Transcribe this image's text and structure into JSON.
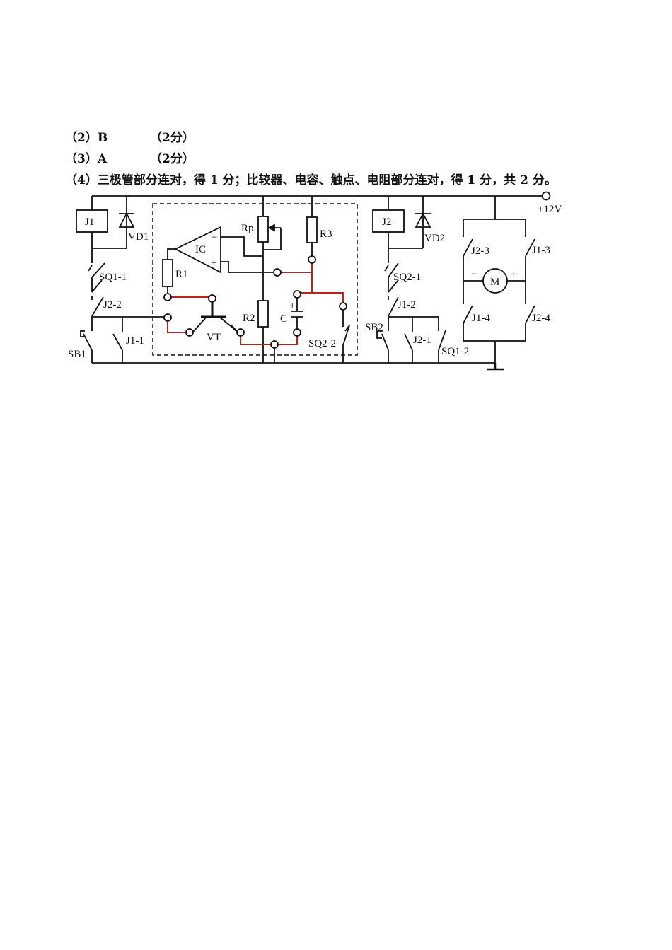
{
  "answers": [
    {
      "num": "（2）B",
      "score": "（2分）"
    },
    {
      "num": "（3）A",
      "score": "（2分）"
    }
  ],
  "answer4": "（4）三极管部分连对，得 1 分；比较器、电容、触点、电阻部分连对，得 1 分，共 2 分。",
  "circuit": {
    "supply": "+12V",
    "labels": {
      "J1": "J1",
      "VD1": "VD1",
      "SQ1_1": "SQ1-1",
      "J2_2": "J2-2",
      "SB1": "SB1",
      "J1_1": "J1-1",
      "IC": "IC",
      "minus": "−",
      "plus": "+",
      "R1": "R1",
      "Rp": "Rp",
      "R3": "R3",
      "R2": "R2",
      "C": "C",
      "cap_plus": "+",
      "VT": "VT",
      "SQ2_2": "SQ2-2",
      "J2": "J2",
      "VD2": "VD2",
      "SQ2_1": "SQ2-1",
      "J1_2": "J1-2",
      "SB2": "SB2",
      "J2_1": "J2-1",
      "SQ1_2": "SQ1-2",
      "J2_3": "J2-3",
      "J1_3": "J1-3",
      "M": "M",
      "m_minus": "−",
      "m_plus": "+",
      "J1_4": "J1-4",
      "J2_4": "J2-4"
    },
    "colors": {
      "wire": "#111111",
      "answer_wire": "#b3261e"
    }
  }
}
